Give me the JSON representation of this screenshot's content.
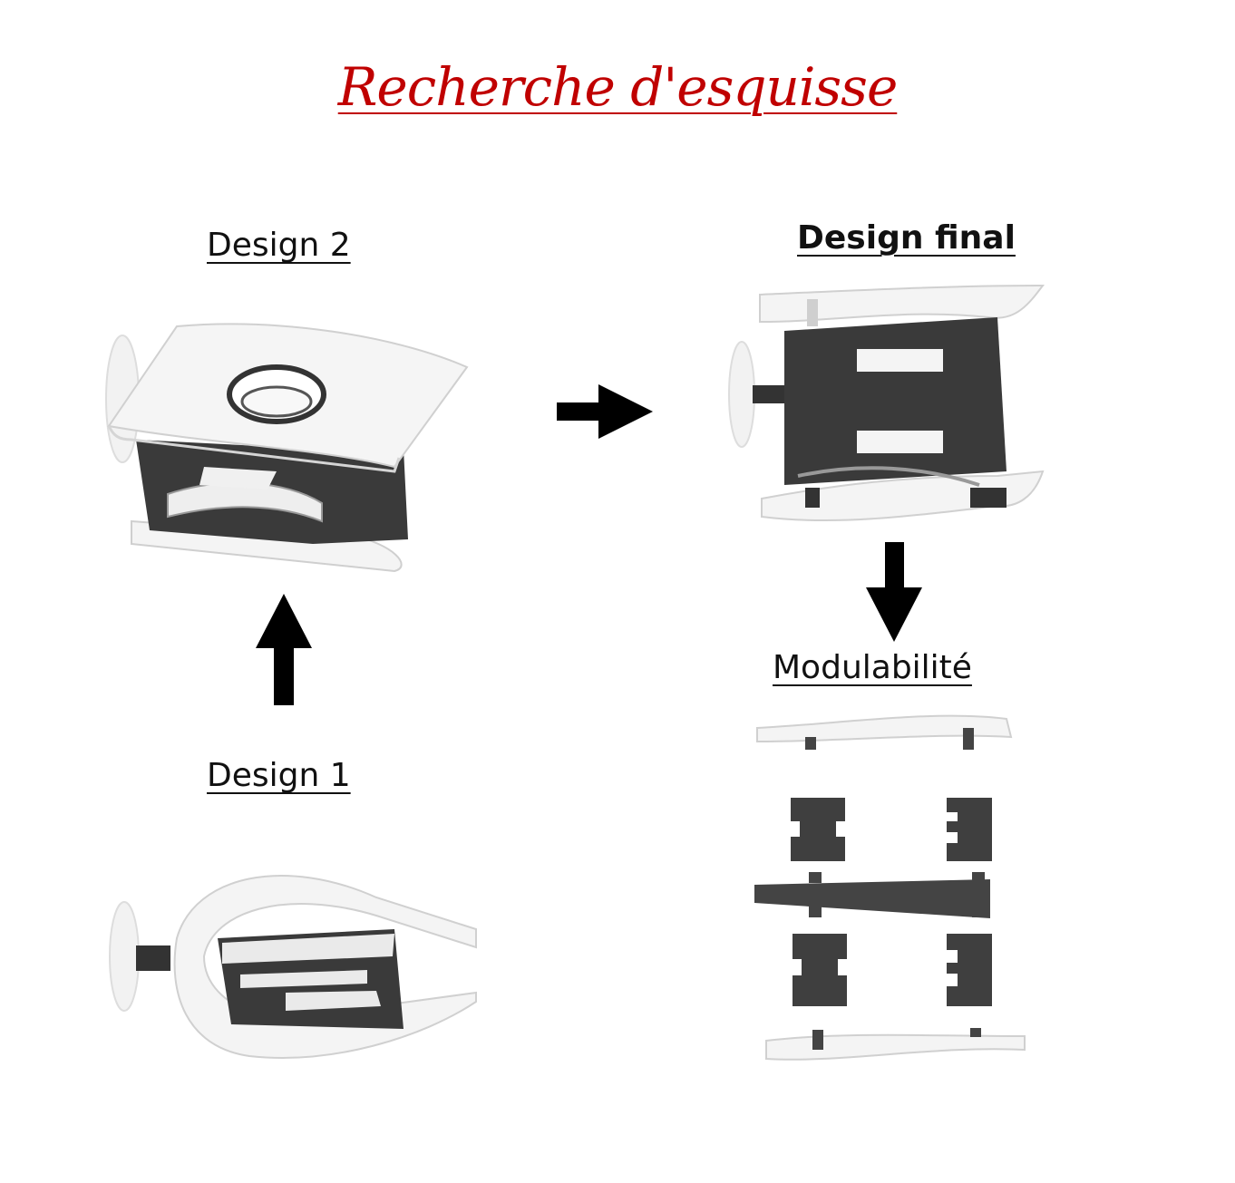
{
  "title": "Recherche d'esquisse",
  "labels": {
    "design2": "Design 2",
    "design_final": "Design final",
    "design1": "Design 1",
    "modulabilite": "Modulabilité"
  },
  "colors": {
    "title": "#c00000",
    "dark": "#3a3a3a",
    "light": "#f5f5f5"
  }
}
